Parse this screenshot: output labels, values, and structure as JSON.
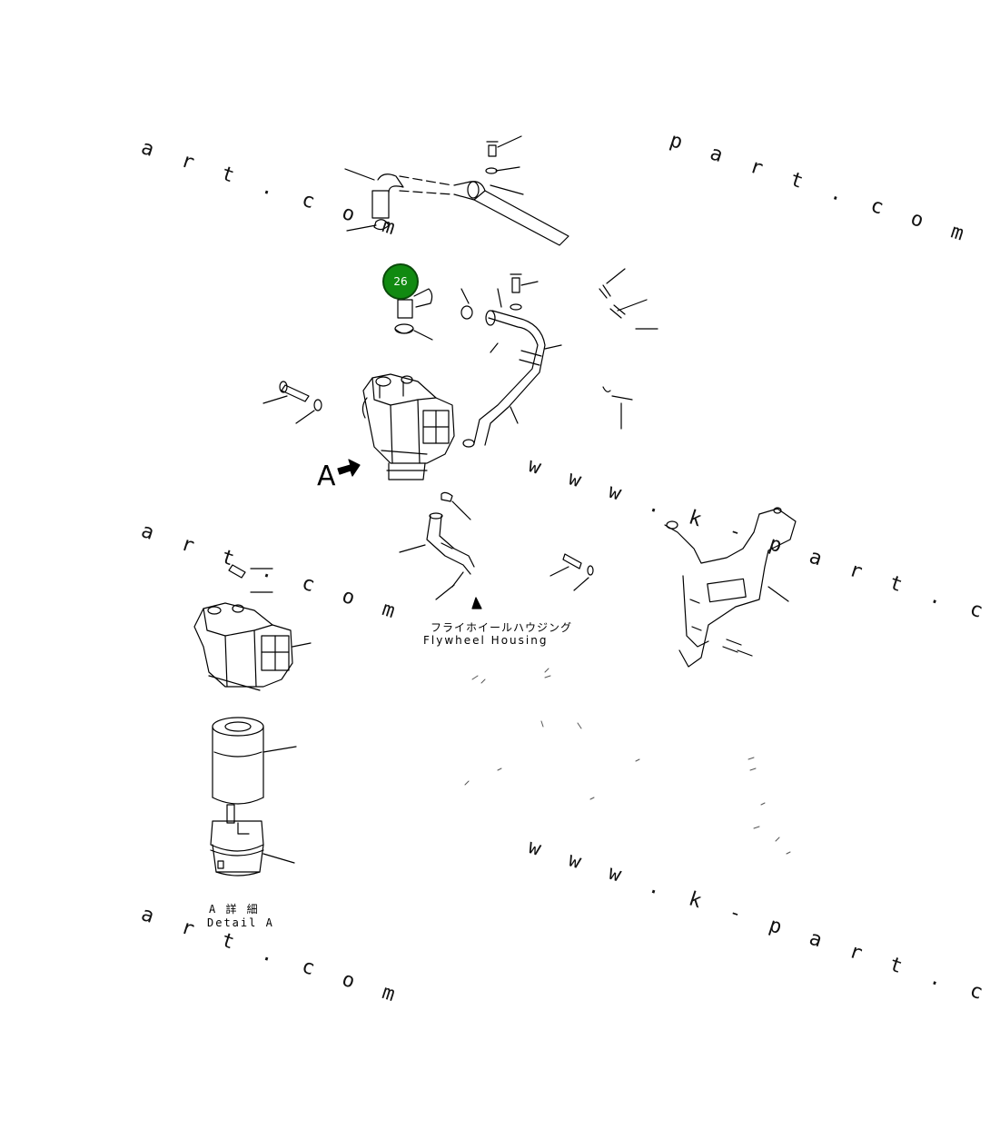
{
  "callout": {
    "label": "26",
    "color": "#118a11"
  },
  "view_label": "A",
  "watermarks": [
    "a r t . c o m",
    "p a r t . c o m",
    "w w w . k - p a r t . c o m",
    "a r t . c o m",
    "a r t . c o m",
    "w w w . k - p a r t . c o m"
  ],
  "flywheel_label_jp": "フライホイールハウジング",
  "flywheel_label_en": "Flywheel Housing",
  "detail_label_jp": "A 詳 細",
  "detail_label_en": "Detail A"
}
